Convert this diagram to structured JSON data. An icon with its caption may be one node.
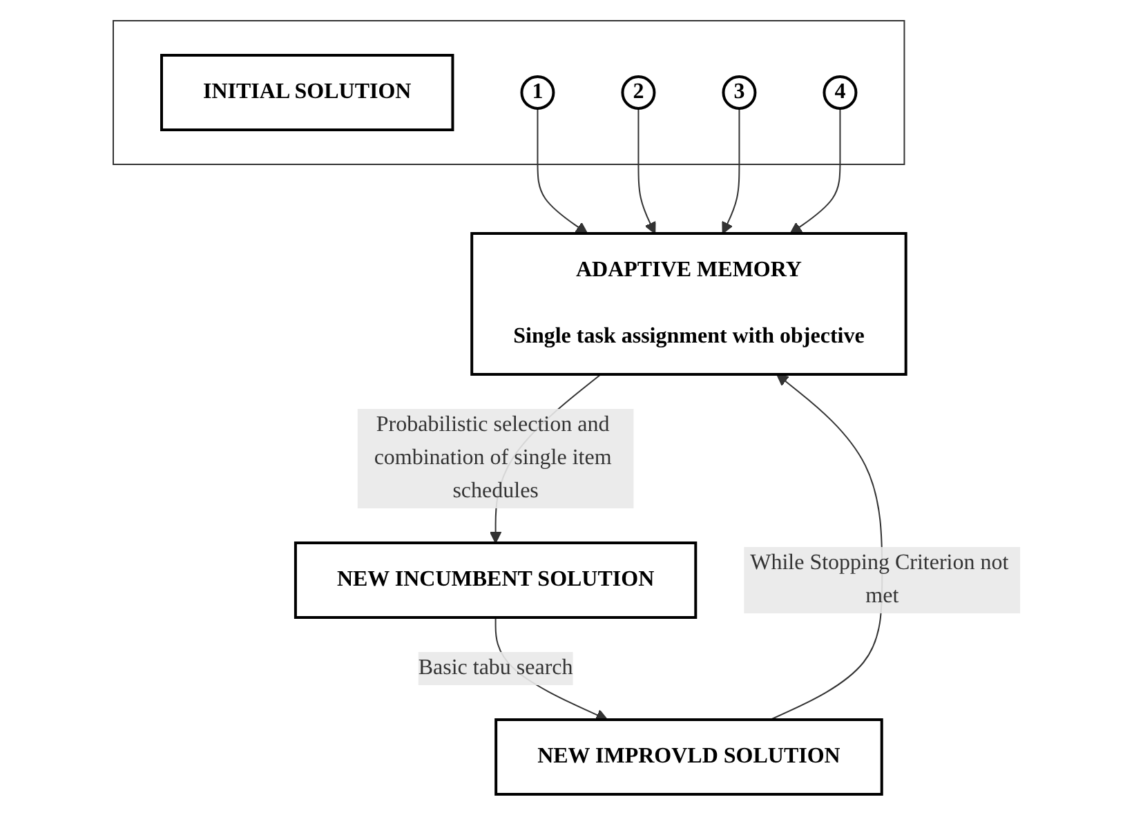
{
  "diagram": {
    "nodes": [
      {
        "text": [],
        "shape": "box"
      },
      {
        "text": [
          "INITIAL SOLUTION"
        ],
        "in": 0
      },
      {
        "text": [
          "1"
        ],
        "in": 0
      },
      {
        "text": [
          "2"
        ],
        "in": 0
      },
      {
        "text": [
          "3"
        ],
        "in": 0
      },
      {
        "text": [
          "4"
        ],
        "in": 0
      },
      {
        "text": [
          "ADAPTIVE MEMORY",
          "Single task assignment with objective"
        ]
      },
      {
        "text": [
          "NEW INCUMBENT SOLUTION"
        ]
      },
      {
        "text": [
          "NEW IMPROVLD SOLUTION"
        ]
      }
    ],
    "edges": [
      {
        "from": 2,
        "to": 6,
        "arrow": "to"
      },
      {
        "from": 3,
        "to": 6,
        "arrow": "to"
      },
      {
        "from": 4,
        "to": 6,
        "arrow": "to"
      },
      {
        "from": 5,
        "to": 6,
        "arrow": "to"
      },
      {
        "from": 6,
        "to": 7,
        "arrow": "to",
        "label": "Probabilistic selection and combination of single item schedules"
      },
      {
        "from": 7,
        "to": 8,
        "arrow": "to",
        "label": "Basic tabu search"
      },
      {
        "from": 8,
        "to": 6,
        "arrow": "to",
        "label": "While Stopping Criterion not met"
      }
    ]
  }
}
